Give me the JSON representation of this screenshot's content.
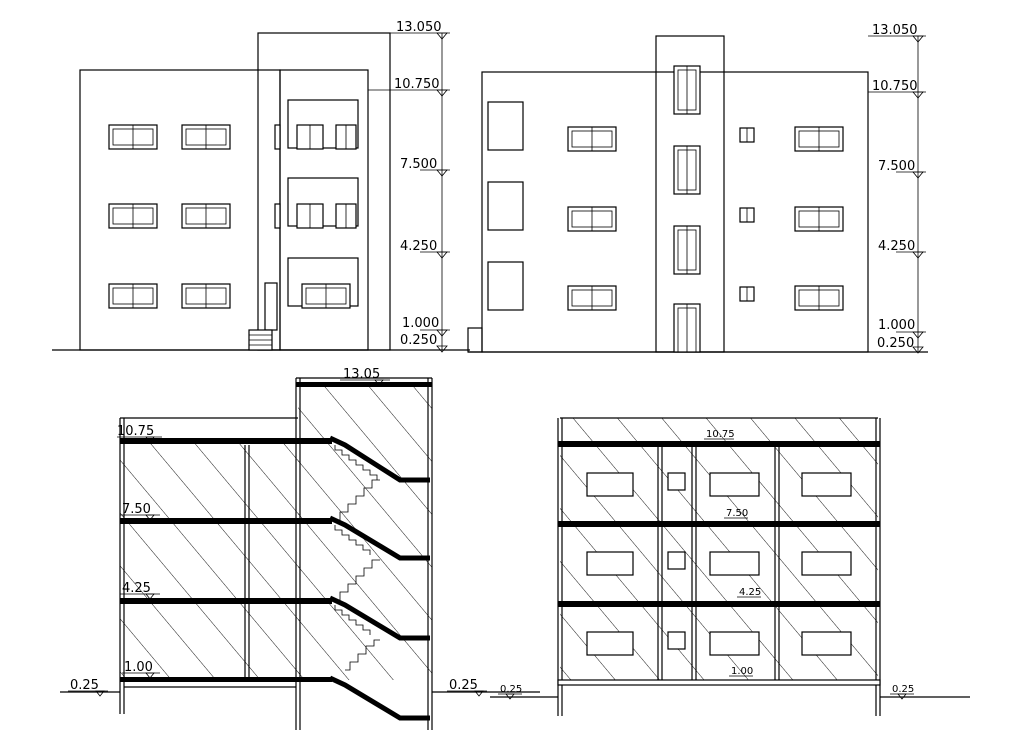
{
  "drawing": {
    "front_elevation": {
      "levels": [
        "13.050",
        "10.750",
        "7.500",
        "4.250",
        "1.000",
        "0.250"
      ]
    },
    "side_elevation": {
      "levels": [
        "13.050",
        "10.750",
        "7.500",
        "4.250",
        "1.000",
        "0.250"
      ]
    },
    "section_left": {
      "levels": [
        "13.05",
        "10.75",
        "7.50",
        "4.25",
        "1.00",
        "0.25",
        "0.25"
      ]
    },
    "section_right": {
      "levels": [
        "10.75",
        "7.50",
        "4.25",
        "1.00",
        "0.25",
        "0.25"
      ]
    }
  }
}
